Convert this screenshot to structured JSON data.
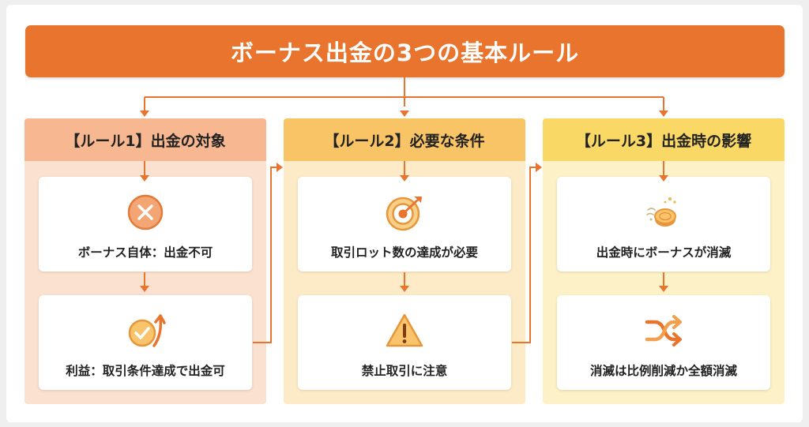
{
  "title": "ボーナス出金の3つの基本ルール",
  "colors": {
    "title_bg": "#e8742d",
    "connector": "#e8742d",
    "col1_head": "#f7b891",
    "col1_body": "#fbe1d0",
    "col2_head": "#f8c466",
    "col2_body": "#fdebc8",
    "col3_head": "#f9d865",
    "col3_body": "#fdf1c8"
  },
  "columns": [
    {
      "header": "【ルール1】出金の対象",
      "cards": [
        {
          "label": "ボーナス自体：出金不可",
          "icon": "x-circle-icon"
        },
        {
          "label": "利益：取引条件達成で出金可",
          "icon": "check-growth-icon"
        }
      ]
    },
    {
      "header": "【ルール2】必要な条件",
      "cards": [
        {
          "label": "取引ロット数の達成が必要",
          "icon": "target-icon"
        },
        {
          "label": "禁止取引に注意",
          "icon": "warning-icon"
        }
      ]
    },
    {
      "header": "【ルール3】出金時の影響",
      "cards": [
        {
          "label": "出金時にボーナスが消滅",
          "icon": "vanishing-coin-icon"
        },
        {
          "label": "消滅は比例削減か全額消滅",
          "icon": "shuffle-icon"
        }
      ]
    }
  ]
}
